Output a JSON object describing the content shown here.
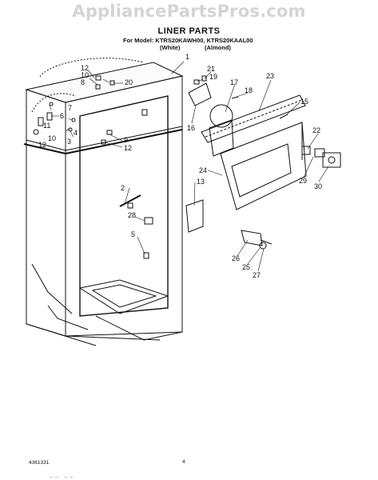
{
  "watermark": "AppliancePartsPros.com",
  "title": "LINER PARTS",
  "model_line": "For Model: KTRS20KAWH00, KTRS20KAAL00",
  "variants": [
    "(White)",
    "(Almond)"
  ],
  "callouts": [
    "1",
    "2",
    "3",
    "4",
    "5",
    "6",
    "7",
    "8",
    "9",
    "10",
    "10",
    "11",
    "12",
    "12",
    "12",
    "13",
    "15",
    "16",
    "17",
    "18",
    "19",
    "20",
    "21",
    "22",
    "23",
    "24",
    "25",
    "26",
    "27",
    "28",
    "29",
    "30"
  ],
  "footer": {
    "code": "4361331",
    "page": "4",
    "tiny": "——  ——"
  }
}
